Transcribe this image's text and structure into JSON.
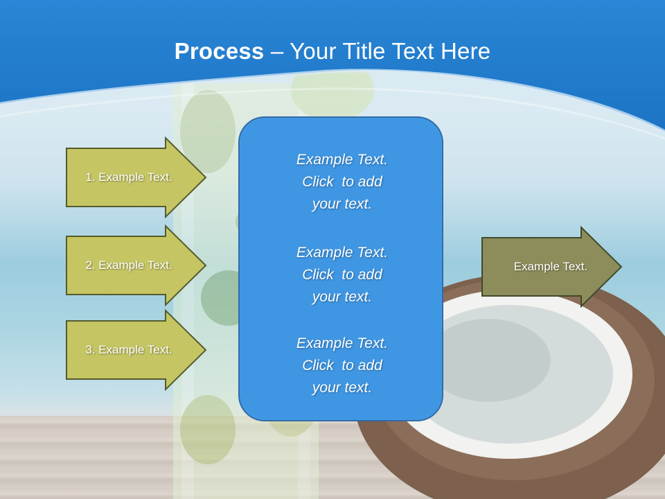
{
  "slide": {
    "title_bold": "Process",
    "title_rest": " – Your Title Text Here",
    "left_arrows": [
      {
        "label": "1. Example Text."
      },
      {
        "label": "2. Example Text."
      },
      {
        "label": "3. Example Text."
      }
    ],
    "center_blocks": [
      {
        "line1": "Example Text.",
        "line2": "Click  to add",
        "line3": "your text."
      },
      {
        "line1": "Example Text.",
        "line2": "Click  to add",
        "line3": "your text."
      },
      {
        "line1": "Example Text.",
        "line2": "Click  to add",
        "line3": "your text."
      }
    ],
    "right_arrow": {
      "label": "Example Text."
    }
  },
  "colors": {
    "header_blue": "#1f78c8",
    "left_arrow_fill": "#c5c564",
    "left_arrow_border": "#545b2a",
    "right_arrow_fill": "#8d8c5b",
    "right_arrow_border": "#3e4a2a",
    "center_box_fill": "#3f96e3",
    "center_box_border": "#2f6aa8"
  }
}
